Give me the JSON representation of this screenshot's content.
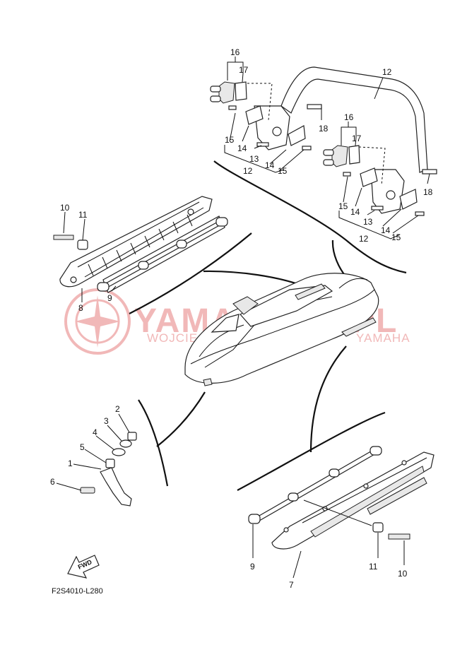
{
  "watermark": {
    "brand": "YAMAHA",
    "brand_suffix": "PL",
    "subline_left": "WOJCIECH",
    "subline_right": "YAMAHA"
  },
  "diagram_code": "F2S4010-L280",
  "fwd_label": "FWD",
  "callouts": {
    "c16a": "16",
    "c17a": "17",
    "c12top": "12",
    "c18a": "18",
    "c15a": "15",
    "c14a": "14",
    "c13a": "13",
    "c14b": "14",
    "c12a": "12",
    "c15b": "15",
    "c16b": "16",
    "c17b": "17",
    "c18b": "18",
    "c15c": "15",
    "c14c": "14",
    "c13b": "13",
    "c14d": "14",
    "c12b": "12",
    "c15d": "15",
    "c10a": "10",
    "c11a": "11",
    "c8": "8",
    "c9a": "9",
    "c2": "2",
    "c3": "3",
    "c4": "4",
    "c5": "5",
    "c1": "1",
    "c6": "6",
    "c9b": "9",
    "c11b": "11",
    "c10b": "10",
    "c7": "7"
  },
  "colors": {
    "watermark": "#f1b8b8",
    "line": "#111111"
  }
}
